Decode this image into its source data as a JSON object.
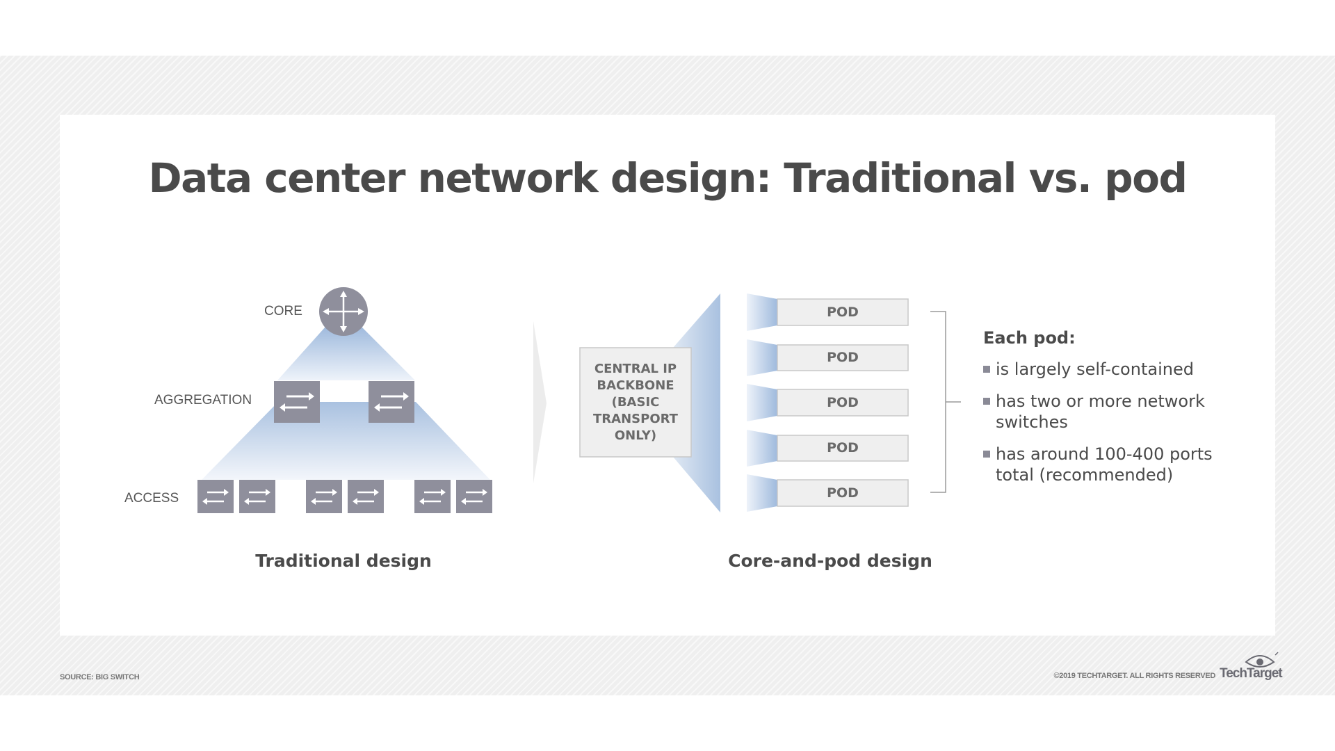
{
  "title": "Data center network design: Traditional vs. pod",
  "traditional": {
    "levels": {
      "core": "CORE",
      "aggregation": "AGGREGATION",
      "access": "ACCESS"
    },
    "caption": "Traditional design"
  },
  "core_pod": {
    "backbone_label": "CENTRAL IP\nBACKBONE\n(BASIC\nTRANSPORT\nONLY)",
    "pods": [
      "POD",
      "POD",
      "POD",
      "POD",
      "POD"
    ],
    "caption": "Core-and-pod design",
    "heading": "Each pod:",
    "bullets": [
      "is largely self-contained",
      "has two or more network switches",
      "has around 100-400 ports total (recommended)"
    ]
  },
  "footer": {
    "source": "SOURCE: BIG SWITCH",
    "copyright": "©2019 TECHTARGET. ALL RIGHTS RESERVED",
    "logo": "TechTarget"
  },
  "icons": {
    "router": "router-icon",
    "switch": "switch-icon",
    "logo": "eye-logo-icon"
  },
  "colors": {
    "device": "#8f8f9c",
    "gradient_blue": "#a9c1e0",
    "text": "#4a4a4a"
  }
}
